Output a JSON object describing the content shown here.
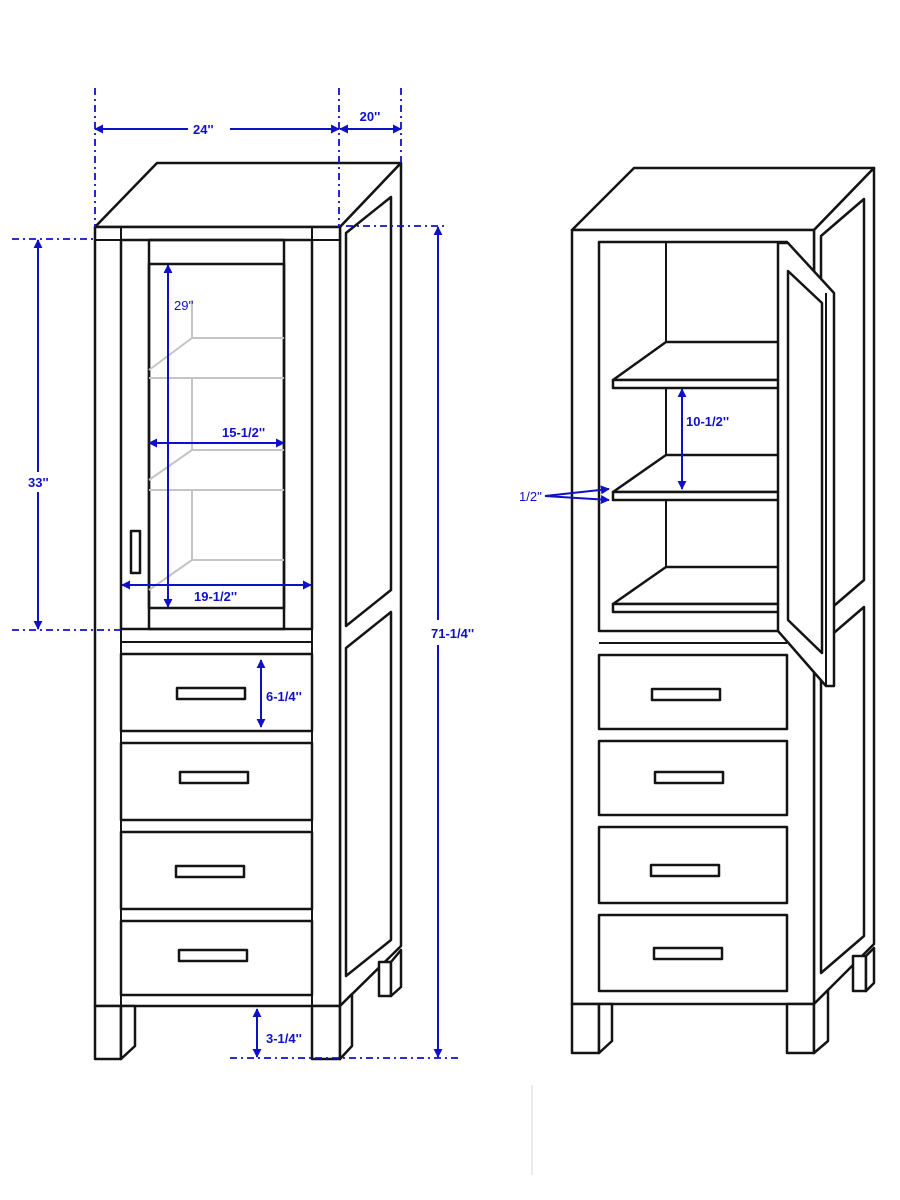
{
  "colors": {
    "line": "#141414",
    "dimension": "#1010c8",
    "glass": "#c4c4c4"
  },
  "front_view": {
    "dimensions": {
      "width": "24''",
      "depth": "20''",
      "door_height": "33''",
      "total_height": "71-1/4''",
      "glass_height": "29''",
      "inner_width": "15-1/2''",
      "door_width": "19-1/2''",
      "drawer_height": "6-1/4''",
      "leg_height": "3-1/4''"
    }
  },
  "open_view": {
    "dimensions": {
      "shelf_spacing": "10-1/2''",
      "shelf_thickness": "1/2''"
    }
  }
}
